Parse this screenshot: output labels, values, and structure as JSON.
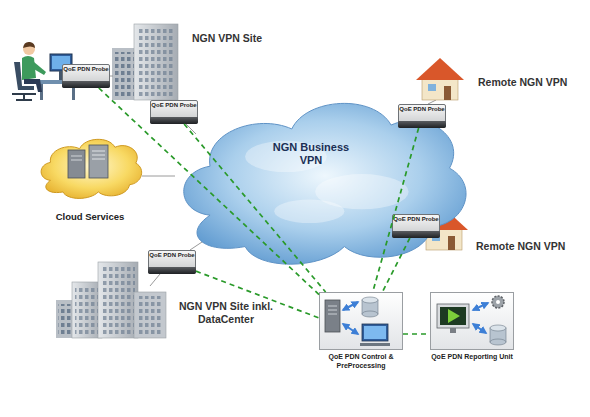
{
  "diagram": {
    "nodes": [
      {
        "text": [
          "QoE PDN Probe"
        ]
      },
      {
        "text": [
          "QoE PDN Probe"
        ]
      },
      {
        "text": [
          "NGN Business VPN"
        ]
      },
      {
        "text": [
          "Cloud Services"
        ]
      },
      {
        "text": [
          "QoE PDN Probe"
        ]
      },
      {
        "text": [
          "QoE PDN Probe"
        ]
      },
      {
        "text": [
          "QoE PDN Probe"
        ]
      },
      {
        "text": [
          "QoE PDN Control & PreProcessing"
        ]
      },
      {
        "text": [
          "QoE PDN Reporting Unit"
        ]
      }
    ],
    "edges": [
      {
        "from": 0,
        "to": 7,
        "arrow": "none"
      },
      {
        "from": 1,
        "to": 7,
        "arrow": "none"
      },
      {
        "from": 4,
        "to": 7,
        "arrow": "none"
      },
      {
        "from": 5,
        "to": 7,
        "arrow": "none"
      },
      {
        "from": 6,
        "to": 7,
        "arrow": "none"
      },
      {
        "from": 7,
        "to": 8,
        "arrow": "none"
      },
      {
        "from": 3,
        "to": 2,
        "arrow": "none"
      }
    ],
    "labels": [
      "NGN VPN Site",
      "Remote NGN VPN",
      "Remote NGN VPN",
      "NGN VPN Site inkl. DataCenter"
    ]
  }
}
